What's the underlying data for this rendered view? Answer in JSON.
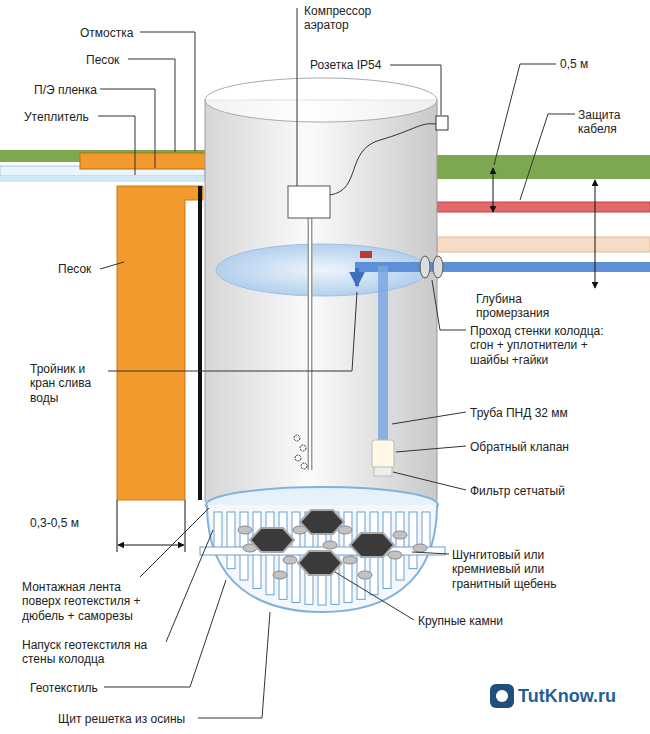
{
  "diagram": {
    "labels": [
      "Отмостка",
      "Песок",
      "П/Э пленка",
      "Утеплитель",
      "Песок",
      "Тройник и кран слива воды",
      "0,3-0,5 м",
      "Монтажная лента поверх геотекстиля + дюбель + саморезы",
      "Напуск геотекстиля на стены колодца",
      "Геотекстиль",
      "Щит решетка из осины",
      "Компрессор аэратор",
      "Розетка IP54",
      "0,5 м",
      "Защита кабеля",
      "Глубина промерзания",
      "Проход стенки колодца: сгон + уплотнители + шайбы +гайки",
      "Труба ПНД 32 мм",
      "Обратный клапан",
      "Фильтр сетчатый",
      "Шунгитовый или кремниевый или гранитный щебень",
      "Крупные камни",
      "TutKnow.ru"
    ]
  }
}
